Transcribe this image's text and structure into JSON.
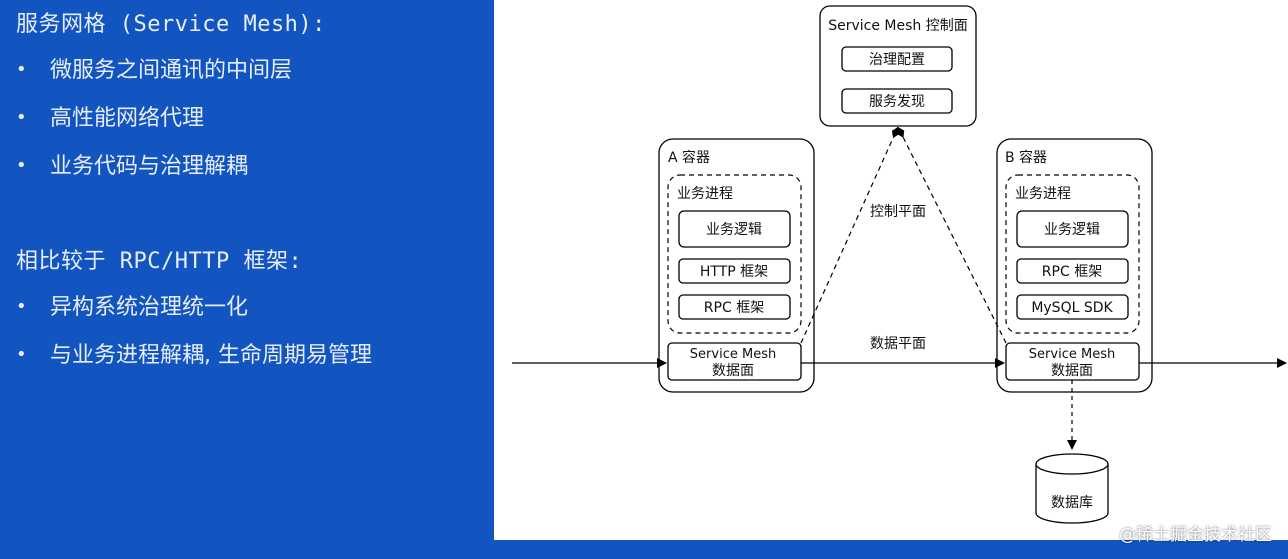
{
  "slide": {
    "heading1": "服务网格 (Service Mesh):",
    "bullets1": [
      "微服务之间通讯的中间层",
      "高性能网络代理",
      "业务代码与治理解耦"
    ],
    "heading2": "相比较于 RPC/HTTP 框架:",
    "bullets2": [
      "异构系统治理统一化",
      "与业务进程解耦, 生命周期易管理"
    ],
    "bullet_glyph": "•"
  },
  "diagram": {
    "control_plane": {
      "title": "Service Mesh 控制面",
      "items": [
        "治理配置",
        "服务发现"
      ]
    },
    "container_a": {
      "title": "A 容器",
      "process_title": "业务进程",
      "modules": [
        "业务逻辑",
        "HTTP 框架",
        "RPC 框架"
      ],
      "proxy_line1": "Service Mesh",
      "proxy_line2": "数据面"
    },
    "container_b": {
      "title": "B 容器",
      "process_title": "业务进程",
      "modules": [
        "业务逻辑",
        "RPC 框架",
        "MySQL SDK"
      ],
      "proxy_line1": "Service Mesh",
      "proxy_line2": "数据面"
    },
    "control_plane_label": "控制平面",
    "data_plane_label": "数据平面",
    "database_label": "数据库"
  },
  "credit": "@稀土掘金技术社区",
  "colors": {
    "slide_bg": "#1255c0",
    "slide_text": "#e8eef9",
    "diagram_bg": "#ffffff"
  }
}
